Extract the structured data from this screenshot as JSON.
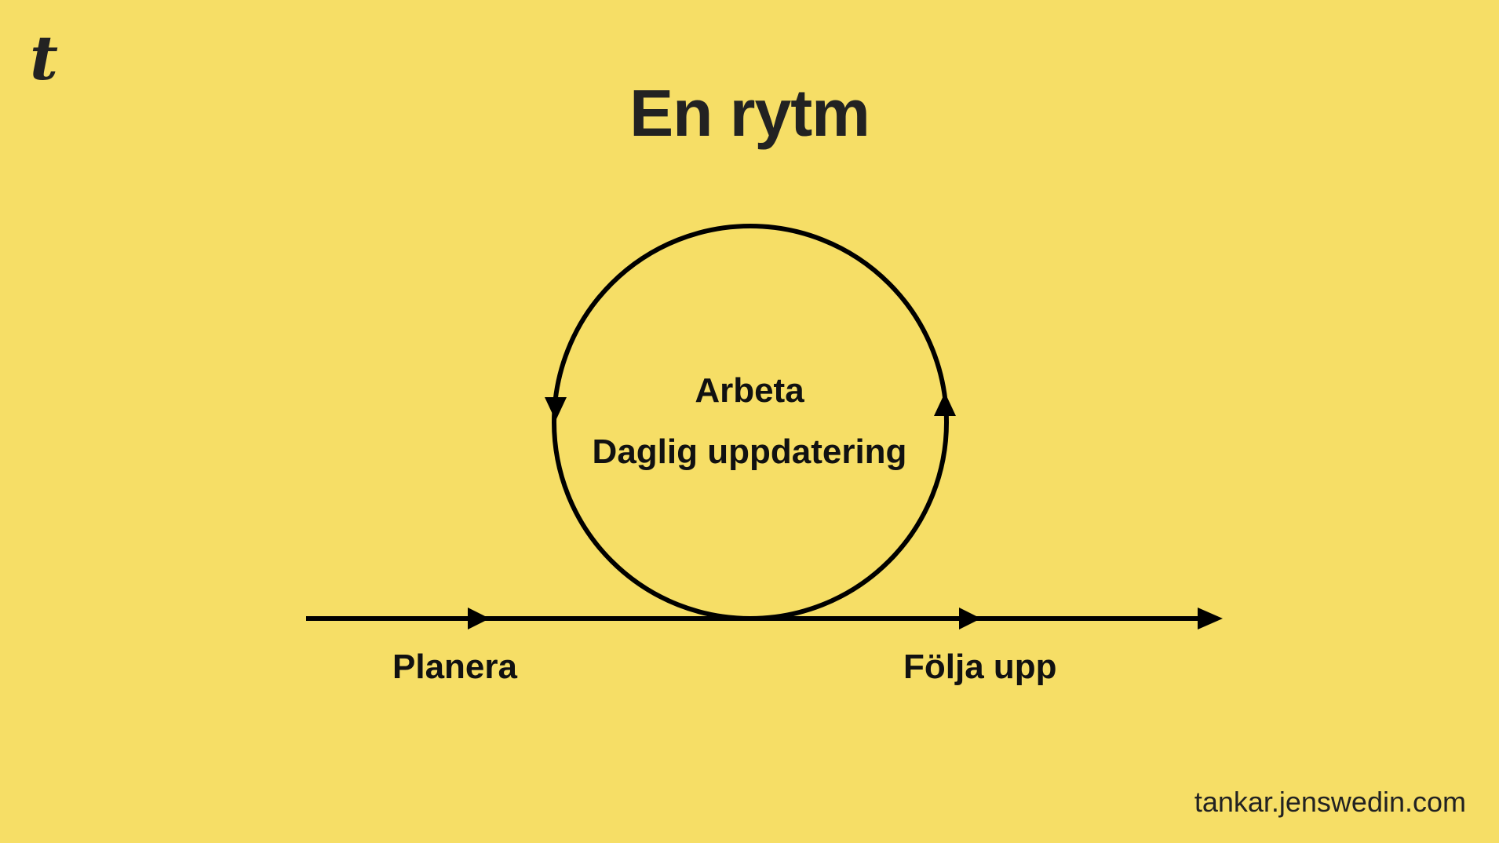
{
  "colors": {
    "background": "#F6DE66",
    "ink": "#000000",
    "text": "#222222"
  },
  "logo": {
    "glyph": "t",
    "icon": "t-logo-icon"
  },
  "title": "En rytm",
  "cycle": {
    "line1": "Arbeta",
    "line2": "Daglig uppdatering"
  },
  "timeline": {
    "start_label": "Planera",
    "end_label": "Följa upp"
  },
  "footer": {
    "url": "tankar.jenswedin.com"
  }
}
